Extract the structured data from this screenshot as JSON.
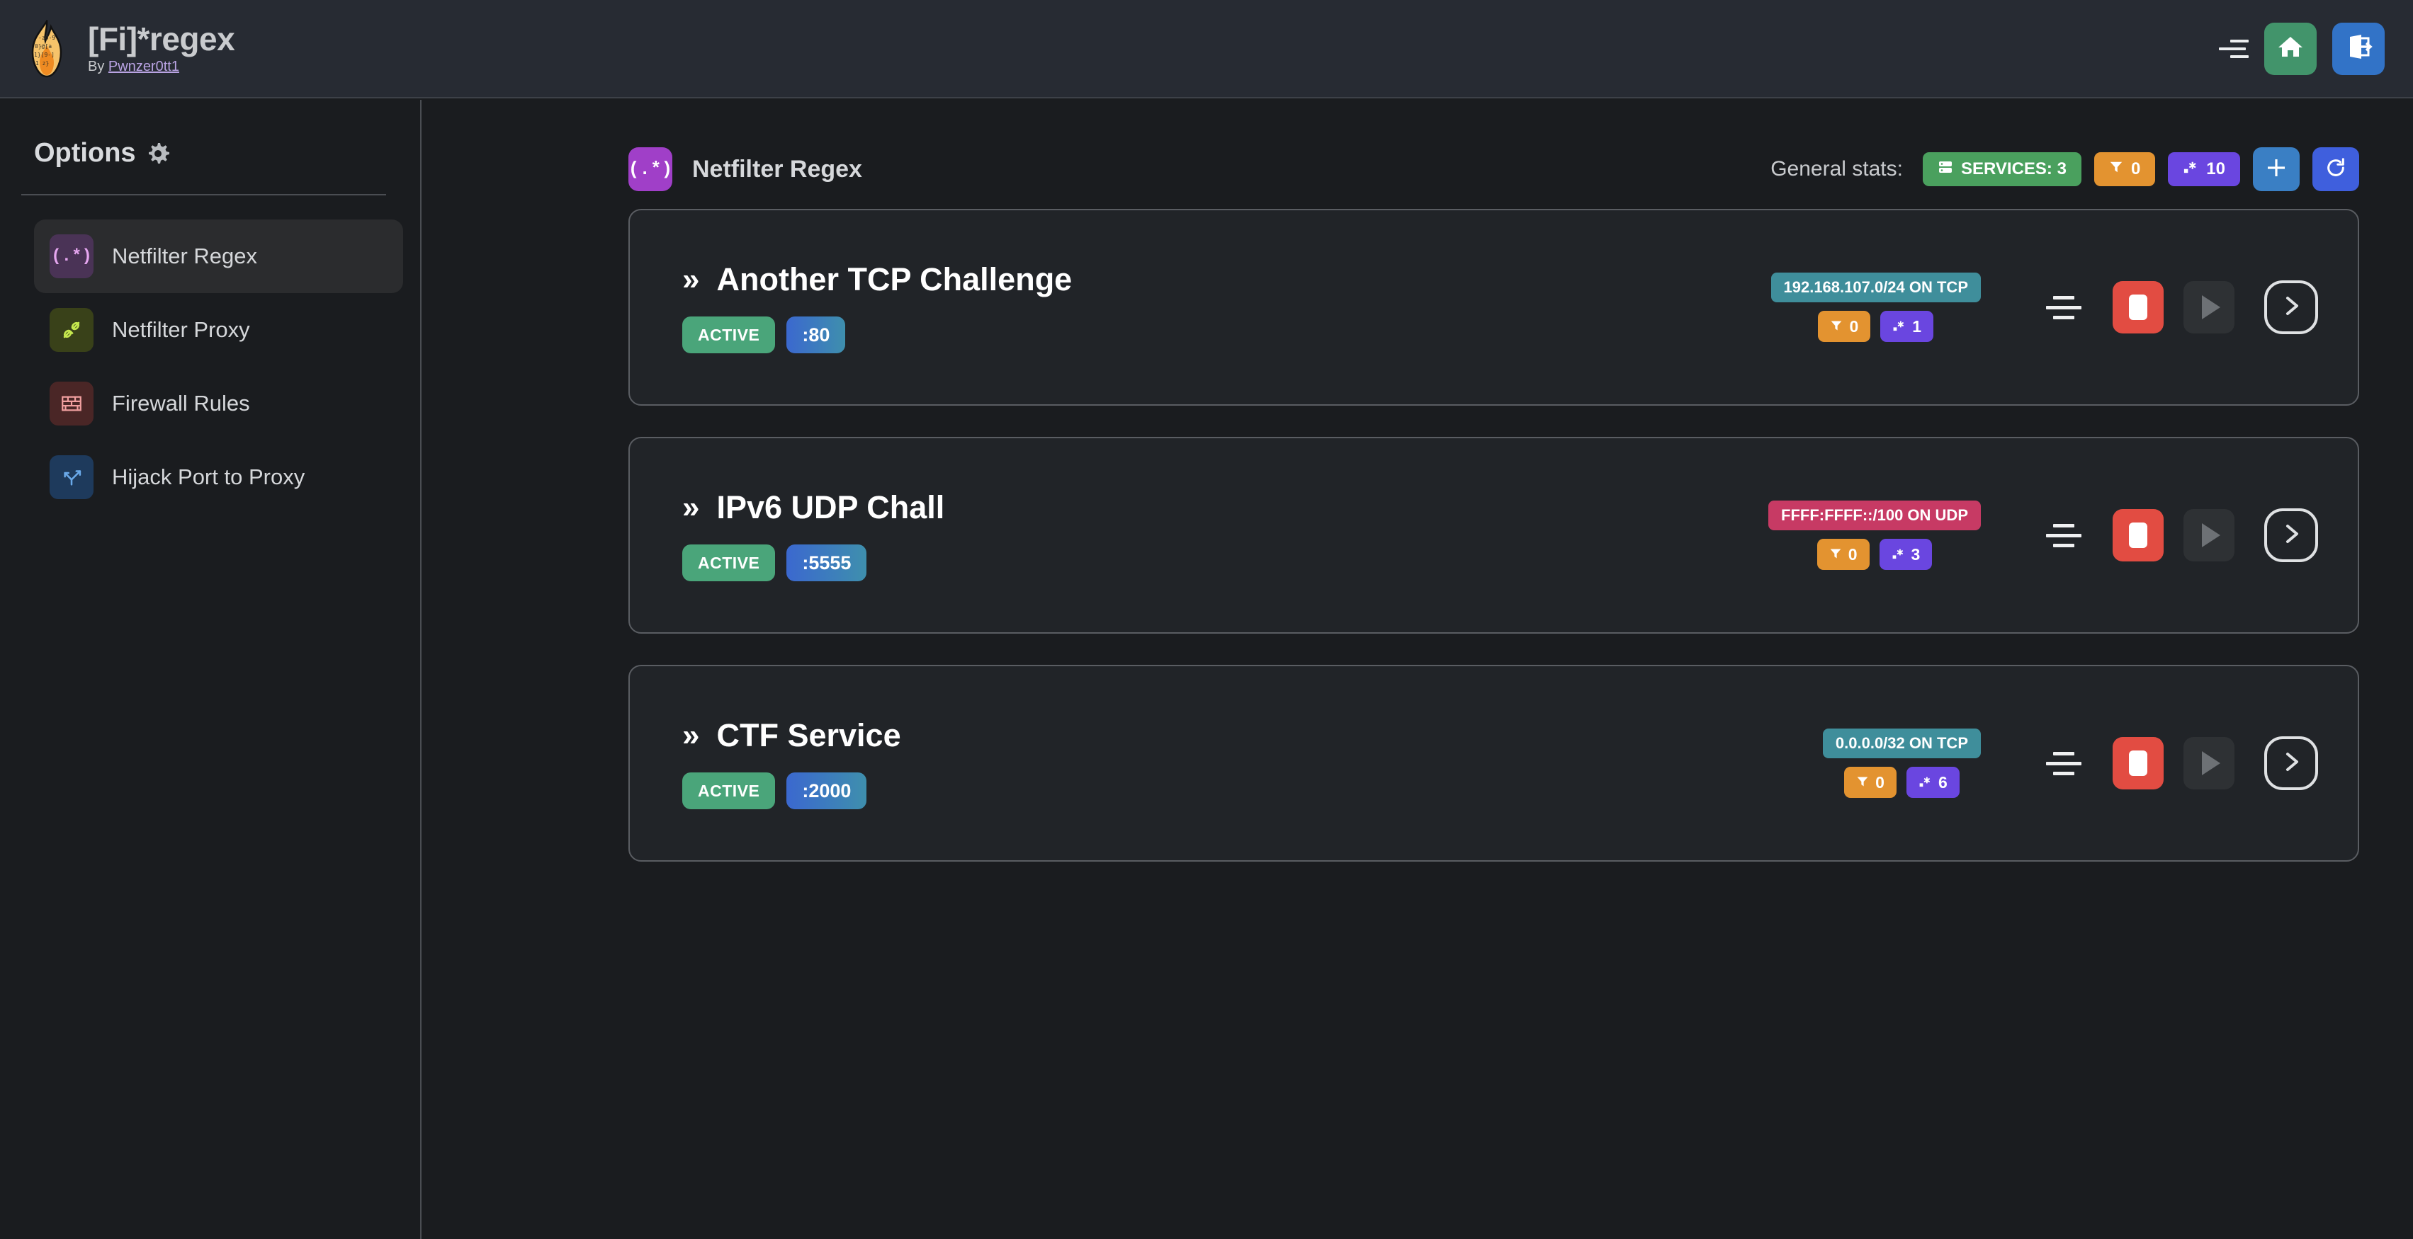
{
  "app": {
    "title": "[Fi]*regex",
    "by_prefix": "By ",
    "author": "Pwnzer0tt1",
    "logo_icon": "flame-logo"
  },
  "topbar": {
    "menu_icon": "menu-icon",
    "home_icon": "home-icon",
    "logout_icon": "logout-icon",
    "colors": {
      "home": "#42946b",
      "logout": "#3273c7"
    }
  },
  "sidebar": {
    "heading": "Options",
    "heading_icon": "gear-icon",
    "items": [
      {
        "label": "Netfilter Regex",
        "icon": "regex-icon",
        "glyph": "(.*)",
        "active": true
      },
      {
        "label": "Netfilter Proxy",
        "icon": "proxy-icon",
        "glyph": "⚭",
        "active": false
      },
      {
        "label": "Firewall Rules",
        "icon": "brick-wall-icon",
        "glyph": "☷",
        "active": false
      },
      {
        "label": "Hijack Port to Proxy",
        "icon": "fork-arrow-icon",
        "glyph": "⎇",
        "active": false
      }
    ]
  },
  "main": {
    "page_icon": "regex-icon",
    "page_icon_glyph": "(.*)",
    "page_title": "Netfilter Regex",
    "stats_label": "General stats:",
    "stats": [
      {
        "name": "services-count",
        "icon": "server-icon",
        "label": "SERVICES: 3",
        "color": "#4aa05e"
      },
      {
        "name": "filters-count",
        "icon": "filter-icon",
        "label": "0",
        "color": "#e39330"
      },
      {
        "name": "regexes-count",
        "icon": "regex-icon",
        "label": "10",
        "color": "#6a46e0"
      }
    ],
    "add_button_icon": "plus-icon",
    "refresh_button_icon": "refresh-icon"
  },
  "services": [
    {
      "title": "Another TCP Challenge",
      "chevrons": "»",
      "status": "ACTIVE",
      "port": ":80",
      "network": "192.168.107.0/24 ON TCP",
      "proto": "TCP",
      "filters": "0",
      "regexes": "1",
      "drag_icon": "drag-handle-icon",
      "stop_icon": "stop-icon",
      "play_icon": "play-icon",
      "details_icon": "chevron-right-icon"
    },
    {
      "title": "IPv6 UDP Chall",
      "chevrons": "»",
      "status": "ACTIVE",
      "port": ":5555",
      "network": "FFFF:FFFF::/100 ON UDP",
      "proto": "UDP",
      "filters": "0",
      "regexes": "3",
      "drag_icon": "drag-handle-icon",
      "stop_icon": "stop-icon",
      "play_icon": "play-icon",
      "details_icon": "chevron-right-icon"
    },
    {
      "title": "CTF Service",
      "chevrons": "»",
      "status": "ACTIVE",
      "port": ":2000",
      "network": "0.0.0.0/32 ON TCP",
      "proto": "TCP",
      "filters": "0",
      "regexes": "6",
      "drag_icon": "drag-handle-icon",
      "stop_icon": "stop-icon",
      "play_icon": "play-icon",
      "details_icon": "chevron-right-icon"
    }
  ]
}
